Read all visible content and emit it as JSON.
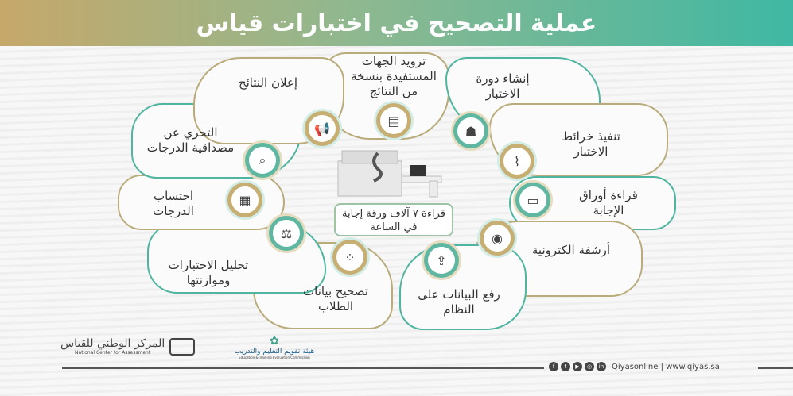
{
  "header": {
    "title": "عملية التصحيح في اختبارات قياس"
  },
  "steps": [
    {
      "label": "تزويد الجهات المستفيدة بنسخة من النتائج",
      "icon": "document-icon"
    },
    {
      "label": "إنشاء دورة الاختبار",
      "icon": "person-document-icon"
    },
    {
      "label": "تنفيذ خرائط الاختبار",
      "icon": "map-icon"
    },
    {
      "label": "قراءة أوراق الإجابة",
      "icon": "scanner-icon"
    },
    {
      "label": "أرشفة الكترونية",
      "icon": "archive-icon"
    },
    {
      "label": "رفع البيانات على النظام",
      "icon": "upload-icon"
    },
    {
      "label": "تصحيح بيانات الطلاب",
      "icon": "answer-sheet-icon"
    },
    {
      "label": "تحليل الاختبارات وموازنتها",
      "icon": "balance-icon"
    },
    {
      "label": "احتساب الدرجات",
      "icon": "calculator-icon"
    },
    {
      "label": "التحري عن مصداقية الدرجات",
      "icon": "magnifier-icon"
    },
    {
      "label": "إعلان النتائج",
      "icon": "megaphone-icon"
    }
  ],
  "center": {
    "caption": "قراءة ٧ آلاف ورقة إجابة في الساعة"
  },
  "footer": {
    "qiyas_logo": "المركز الوطني للقياس",
    "qiyas_en": "National Center for Assessment",
    "etec_logo": "هيئة تقويم التعليم والتدريب",
    "etec_en": "Education & Training Evaluation Commission",
    "social_handle": "Qiyasonline | www.qiyas.sa",
    "social_icons": [
      "f",
      "t",
      "▶",
      "◎",
      "in"
    ]
  }
}
